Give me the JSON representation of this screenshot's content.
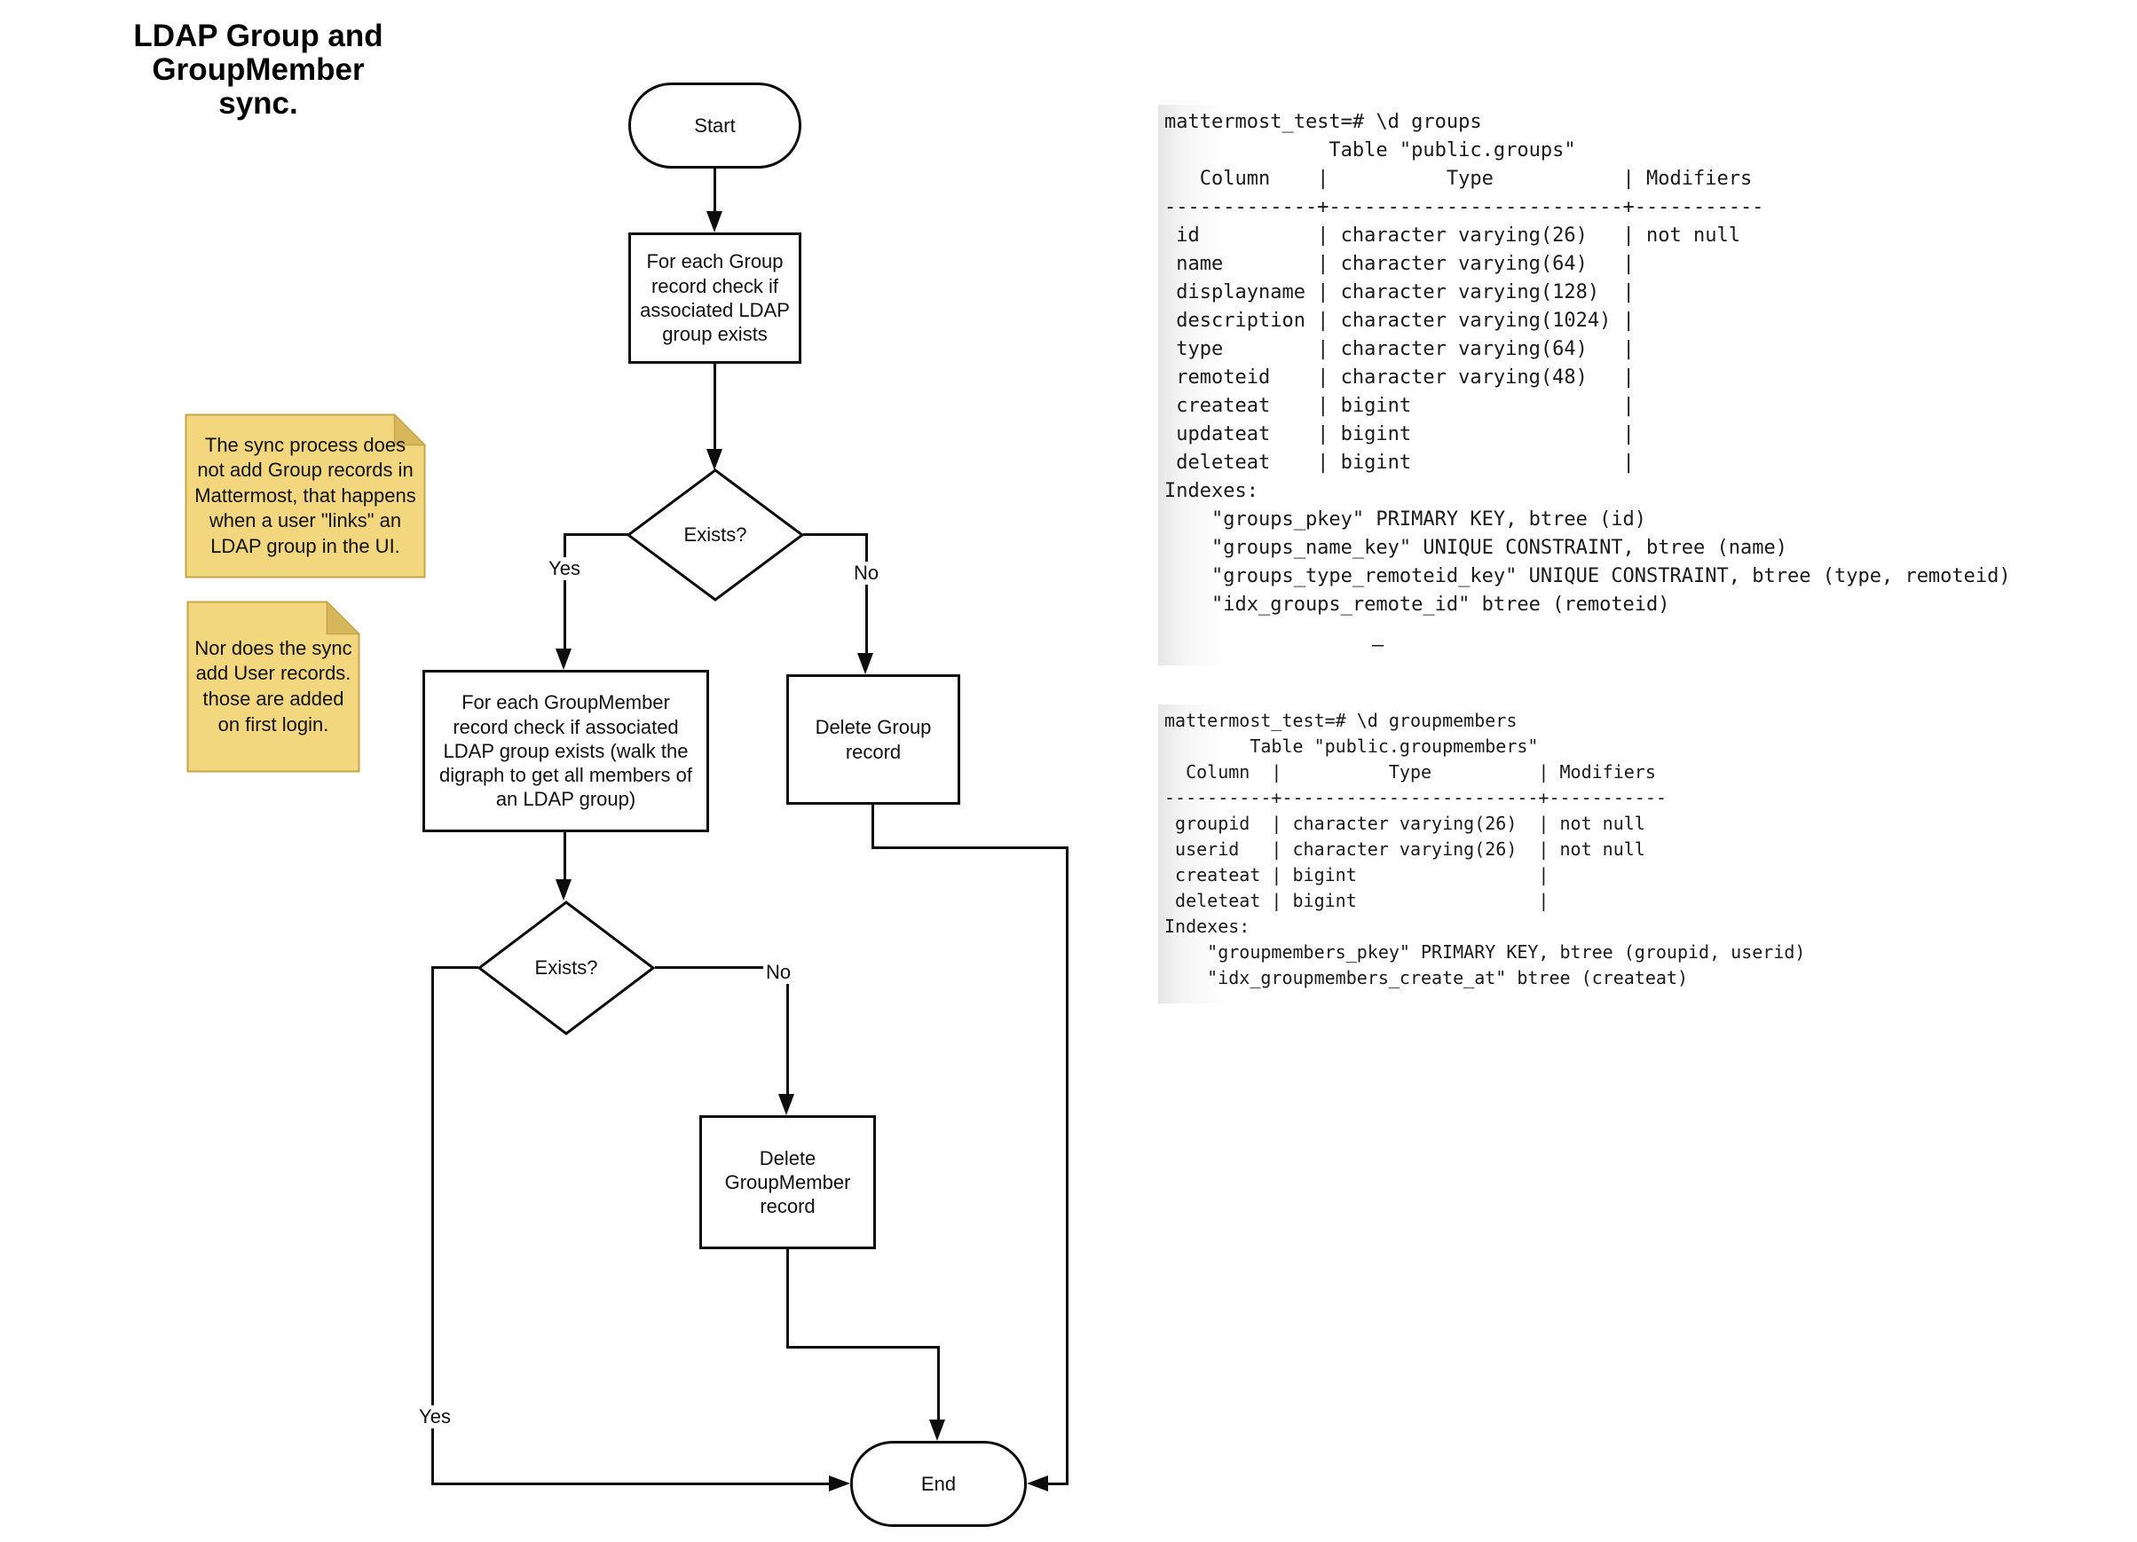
{
  "title": "LDAP Group and\nGroupMember sync.",
  "flow": {
    "start": "Start",
    "check_group": "For each Group record check if associated LDAP group exists",
    "exists1": "Exists?",
    "yes1": "Yes",
    "no1": "No",
    "check_groupmember": "For each GroupMember record check if associated LDAP group exists (walk the digraph to get all members of an LDAP group)",
    "delete_group": "Delete Group record",
    "exists2": "Exists?",
    "yes2": "Yes",
    "no2": "No",
    "delete_groupmember": "Delete GroupMember record",
    "end": "End"
  },
  "notes": [
    {
      "text": "The sync process does not add Group records in Mattermost, that happens when a user \"links\" an LDAP group in the UI."
    },
    {
      "text": "Nor does the sync add User records. those are added on first login."
    }
  ],
  "terminals": [
    {
      "content": "mattermost_test=# \\d groups\n              Table \"public.groups\"\n   Column    |          Type           | Modifiers \n-------------+-------------------------+-----------\n id          | character varying(26)   | not null\n name        | character varying(64)   | \n displayname | character varying(128)  | \n description | character varying(1024) | \n type        | character varying(64)   | \n remoteid    | character varying(48)   | \n createat    | bigint                  | \n updateat    | bigint                  | \n deleteat    | bigint                  | \nIndexes:\n    \"groups_pkey\" PRIMARY KEY, btree (id)\n    \"groups_name_key\" UNIQUE CONSTRAINT, btree (name)\n    \"groups_type_remoteid_key\" UNIQUE CONSTRAINT, btree (type, remoteid)\n    \"idx_groups_remote_id\" btree (remoteid)",
      "cursor": "–"
    },
    {
      "content": "mattermost_test=# \\d groupmembers\n        Table \"public.groupmembers\"\n  Column  |          Type          | Modifiers \n----------+------------------------+-----------\n groupid  | character varying(26)  | not null\n userid   | character varying(26)  | not null\n createat | bigint                 | \n deleteat | bigint                 | \nIndexes:\n    \"groupmembers_pkey\" PRIMARY KEY, btree (groupid, userid)\n    \"idx_groupmembers_create_at\" btree (createat)"
    }
  ],
  "colors": {
    "note_fill": "#f2d77e",
    "note_fold": "#d7b75c",
    "note_border": "#c7a44c",
    "line": "#0d0d0d"
  }
}
